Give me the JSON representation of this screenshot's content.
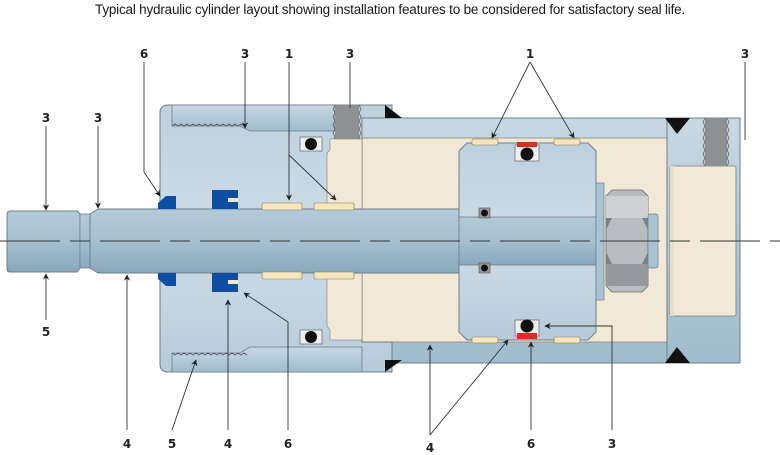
{
  "title": "Typical hydraulic cylinder layout showing installation features to be considered for satisfactory seal life.",
  "colors": {
    "steel": "#a9c3d3",
    "steel_light": "#c9dae5",
    "oil": "#f2e8d6",
    "bearing": "#f6e6bd",
    "rod_seal": "#0b4ea2",
    "piston_seal": "#e02a24",
    "oring": "#111111",
    "nut": "#b5b8bc",
    "thread": "#8e9194"
  },
  "callouts": [
    {
      "id": "top-6",
      "text": "6"
    },
    {
      "id": "top-3a",
      "text": "3"
    },
    {
      "id": "top-1",
      "text": "1"
    },
    {
      "id": "top-3b",
      "text": "3"
    },
    {
      "id": "top-1b",
      "text": "1"
    },
    {
      "id": "top-3c",
      "text": "3"
    },
    {
      "id": "left-3a",
      "text": "3"
    },
    {
      "id": "left-3b",
      "text": "3"
    },
    {
      "id": "left-5",
      "text": "5"
    },
    {
      "id": "bot-4a",
      "text": "4"
    },
    {
      "id": "bot-5",
      "text": "5"
    },
    {
      "id": "bot-4b",
      "text": "4"
    },
    {
      "id": "bot-6a",
      "text": "6"
    },
    {
      "id": "bot-4c",
      "text": "4"
    },
    {
      "id": "bot-6b",
      "text": "6"
    },
    {
      "id": "bot-3",
      "text": "3"
    }
  ]
}
